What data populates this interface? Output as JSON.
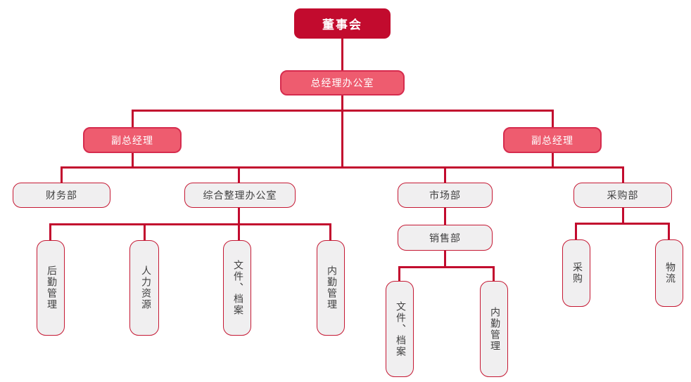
{
  "labels": {
    "board": "董事会",
    "gm_office": "总经理办公室",
    "deputy_gm": "副总经理",
    "finance": "财务部",
    "general_office": "综合整理办公室",
    "market": "市场部",
    "purchasing": "采购部",
    "sales": "销售部",
    "logistics_mgmt": "后勤管理",
    "hr": "人力资源",
    "files_archives": "文件、档案",
    "internal_mgmt": "内勤管理",
    "procurement": "采购",
    "logistics": "物流"
  },
  "org_tree": {
    "label": "董事会",
    "children": [
      {
        "label": "总经理办公室",
        "children": [
          {
            "label": "副总经理",
            "side": "left"
          },
          {
            "label": "财务部"
          },
          {
            "label": "综合整理办公室",
            "children": [
              "后勤管理",
              "人力资源",
              "文件、档案",
              "内勤管理"
            ]
          },
          {
            "label": "市场部",
            "children": [
              {
                "label": "销售部",
                "children": [
                  "文件、档案",
                  "内勤管理"
                ]
              }
            ]
          },
          {
            "label": "采购部",
            "children": [
              "采购",
              "物流"
            ]
          },
          {
            "label": "副总经理",
            "side": "right"
          }
        ]
      }
    ]
  },
  "colors": {
    "root_fill": "#C20B2E",
    "manager_fill": "#EE5C6F",
    "manager_border": "#D62C4E",
    "dept_fill": "#F0EFF0",
    "dept_border": "#C51833",
    "connector": "#C20B2E",
    "text_dark": "#3F3F3F",
    "text_light": "#FFFFFF"
  }
}
